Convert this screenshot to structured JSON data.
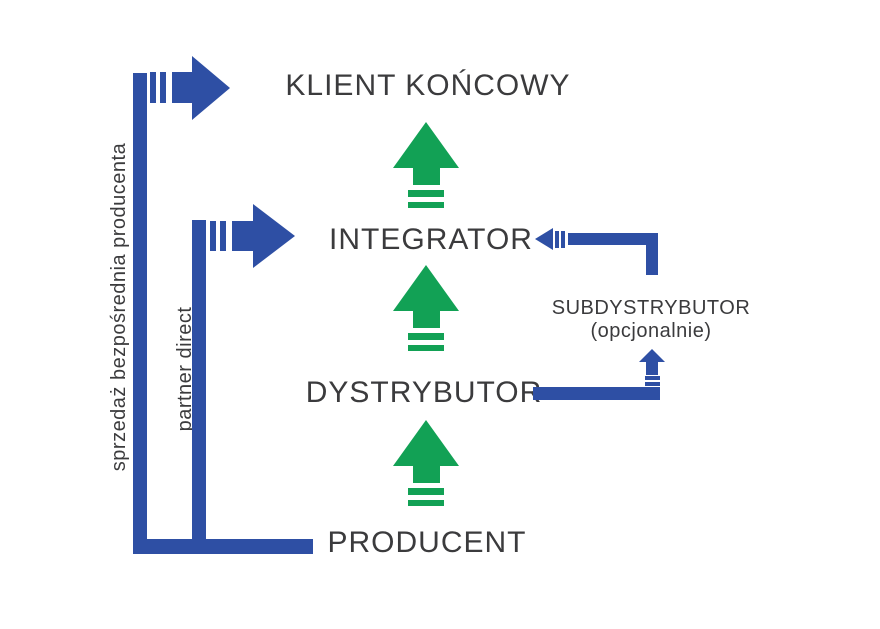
{
  "diagram": {
    "background": "#ffffff",
    "colors": {
      "flow_blue": "#2e4fa4",
      "flow_green": "#12a155",
      "text": "#3b3b3d"
    },
    "nodes": {
      "klient_koncowy": {
        "label": "KLIENT KOŃCOWY"
      },
      "integrator": {
        "label": "INTEGRATOR"
      },
      "dystrybutor": {
        "label": "DYSTRYBUTOR"
      },
      "producent": {
        "label": "PRODUCENT"
      },
      "subdystrybutor": {
        "label": "SUBDYSTRYBUTOR",
        "note": "(opcjonalnie)"
      }
    },
    "channel_labels": {
      "direct_sales": "sprzedaż bezpośrednia producenta",
      "partner_direct": "partner direct"
    }
  }
}
